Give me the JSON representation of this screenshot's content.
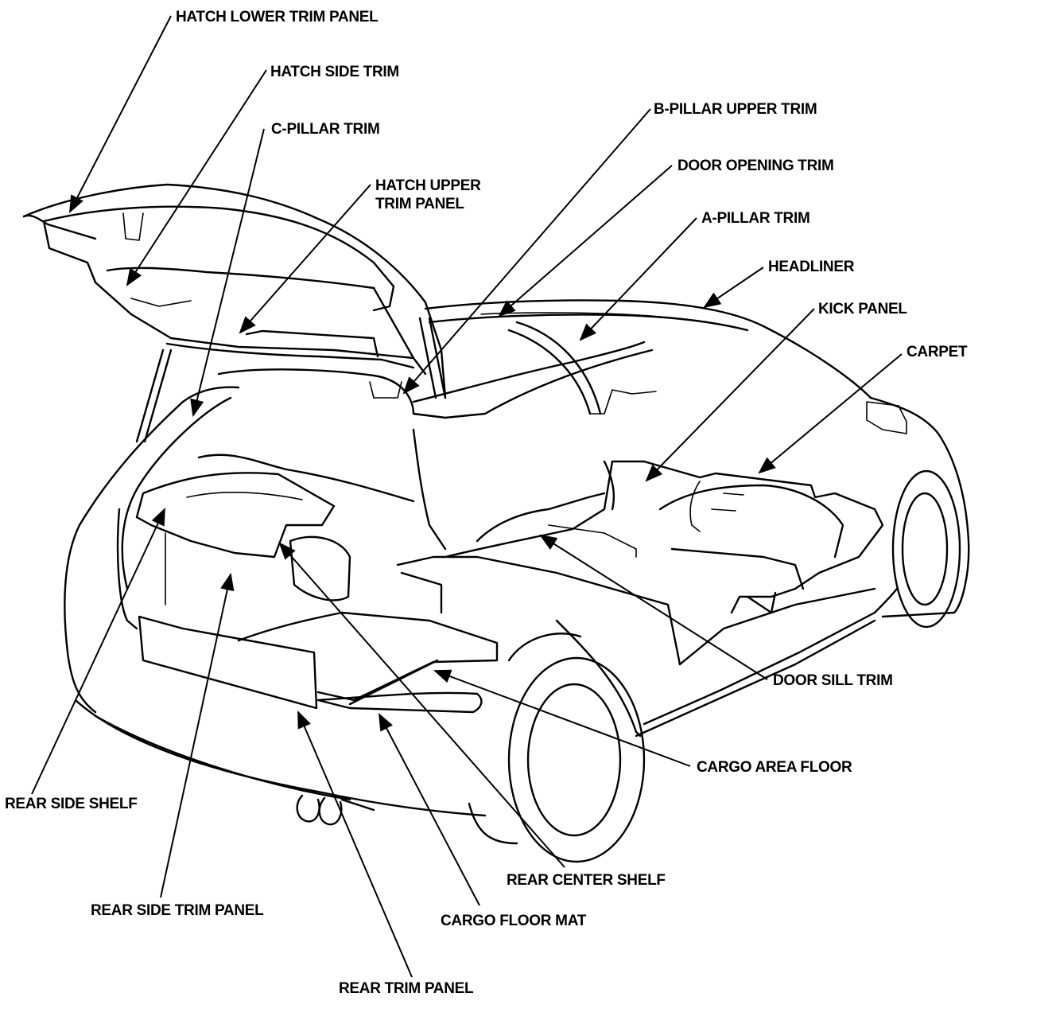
{
  "labels": {
    "hatch_lower_trim_panel": "HATCH LOWER TRIM PANEL",
    "hatch_side_trim": "HATCH SIDE TRIM",
    "c_pillar_trim": "C-PILLAR TRIM",
    "hatch_upper_trim_panel_line1": "HATCH UPPER",
    "hatch_upper_trim_panel_line2": "TRIM PANEL",
    "b_pillar_upper_trim": "B-PILLAR UPPER TRIM",
    "door_opening_trim": "DOOR OPENING TRIM",
    "a_pillar_trim": "A-PILLAR TRIM",
    "headliner": "HEADLINER",
    "kick_panel": "KICK PANEL",
    "carpet": "CARPET",
    "door_sill_trim": "DOOR SILL TRIM",
    "cargo_area_floor": "CARGO AREA FLOOR",
    "rear_side_shelf": "REAR SIDE SHELF",
    "rear_center_shelf": "REAR CENTER SHELF",
    "rear_side_trim_panel": "REAR SIDE TRIM PANEL",
    "cargo_floor_mat": "CARGO FLOOR MAT",
    "rear_trim_panel": "REAR TRIM PANEL"
  },
  "colors": {
    "ink": "#000000",
    "paper": "#ffffff"
  }
}
